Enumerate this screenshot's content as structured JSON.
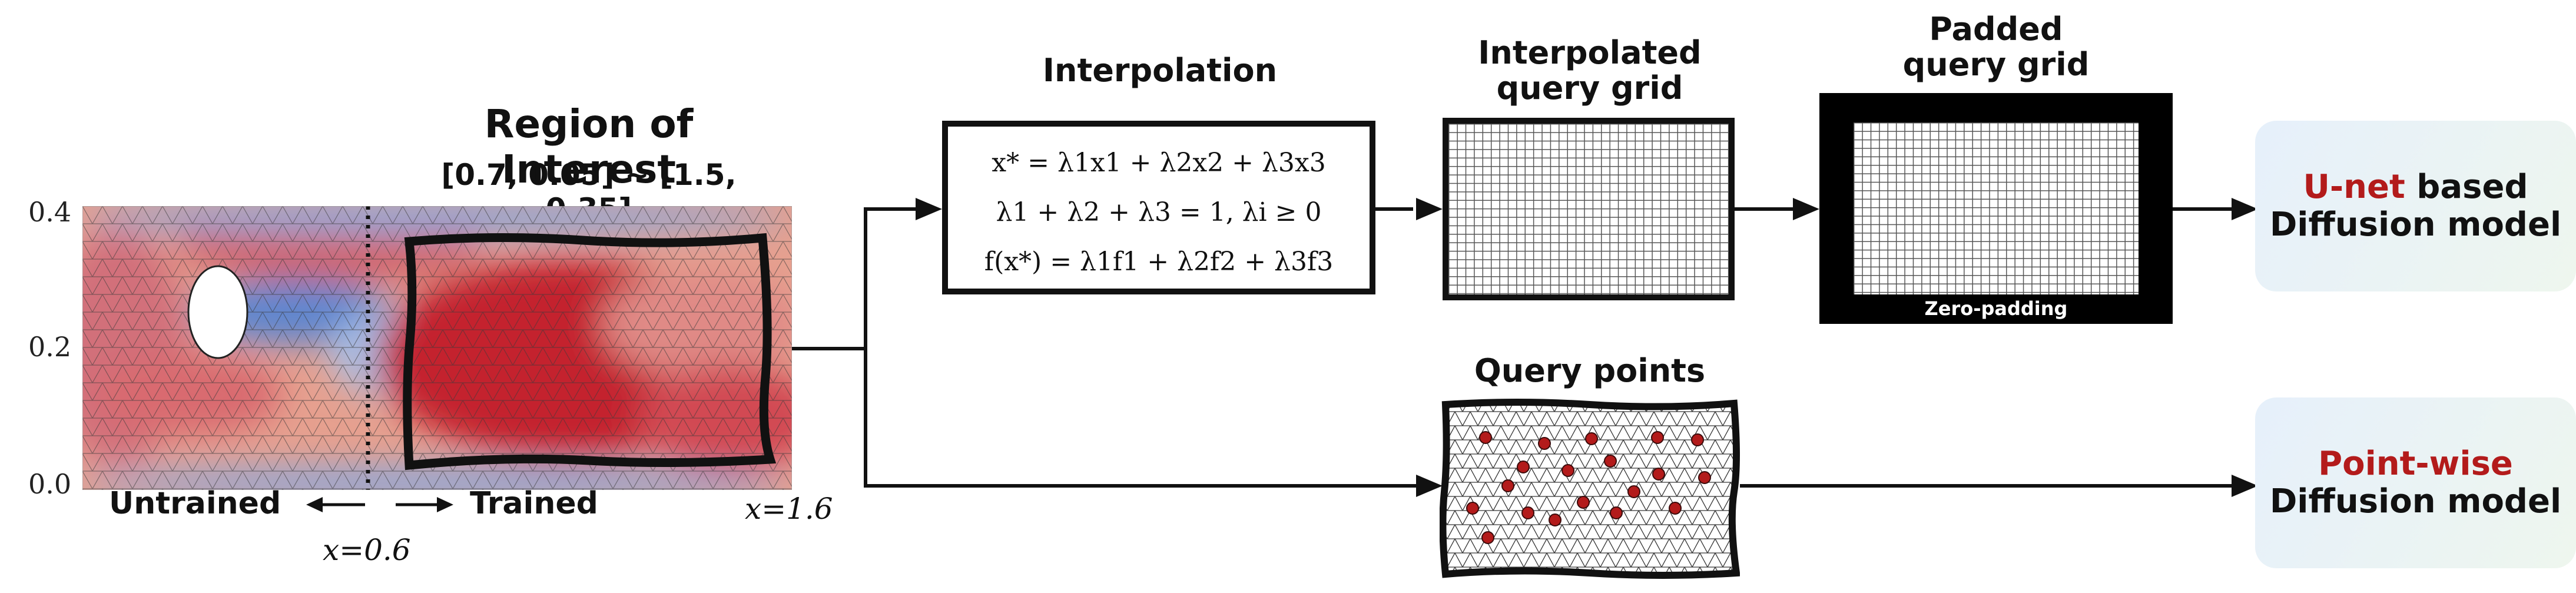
{
  "roi": {
    "title": "Region of Interest",
    "range": "[0.7, 0.05] ~ [1.5, 0.35]"
  },
  "axis": {
    "y_ticks": [
      "0.4",
      "0.2",
      "0.0"
    ],
    "split_label": "x=0.6",
    "end_label": "x=1.6"
  },
  "regions": {
    "untrained": "Untrained",
    "trained": "Trained"
  },
  "interpolation": {
    "title": "Interpolation",
    "eq1": "x* = λ1x1 + λ2x2 + λ3x3",
    "eq2": "λ1 + λ2 + λ3 = 1,  λi ≥ 0",
    "eq3": "f(x*) = λ1f1 + λ2f2 + λ3f3"
  },
  "interp_grid": {
    "title_line1": "Interpolated",
    "title_line2": "query grid"
  },
  "padded_grid": {
    "title_line1": "Padded",
    "title_line2": "query grid",
    "caption": "Zero-padding"
  },
  "query_points": {
    "title": "Query points"
  },
  "outputs": {
    "unet": {
      "accent": "U-net",
      "rest": " based",
      "line2": "Diffusion model"
    },
    "pointwise": {
      "accent": "Point-wise",
      "line2": "Diffusion model"
    }
  },
  "colors": {
    "accent_red": "#b31b1b",
    "flow_red": "#c0202a",
    "flow_blue": "#4a72c4",
    "output_bg": "#e9f3f5"
  }
}
